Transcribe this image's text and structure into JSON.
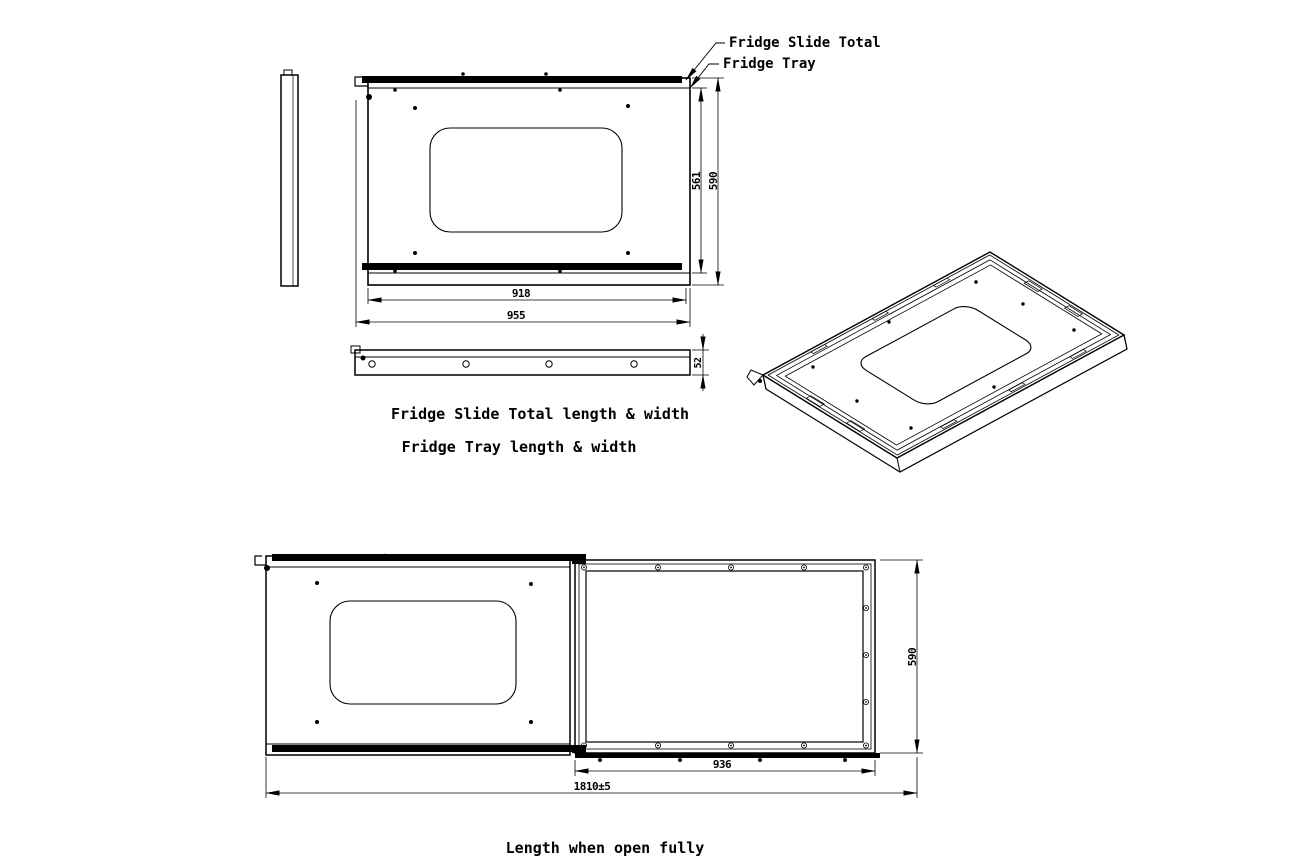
{
  "drawing": {
    "callouts": {
      "slide_total": "Fridge Slide Total",
      "tray": "Fridge Tray"
    },
    "captions": {
      "slide_total_lw": "Fridge Slide Total length & width",
      "tray_lw": "Fridge Tray length & width",
      "open_length": "Length when open fully"
    },
    "dimensions": {
      "tray_width": "918",
      "slide_total_width": "955",
      "tray_inner_height": "561",
      "slide_outer_height": "590",
      "rail_thickness": "52",
      "open_tray_length": "936",
      "open_total_length": "1810±5",
      "open_height": "590"
    },
    "colors": {
      "line": "#000000",
      "background": "#ffffff"
    }
  }
}
